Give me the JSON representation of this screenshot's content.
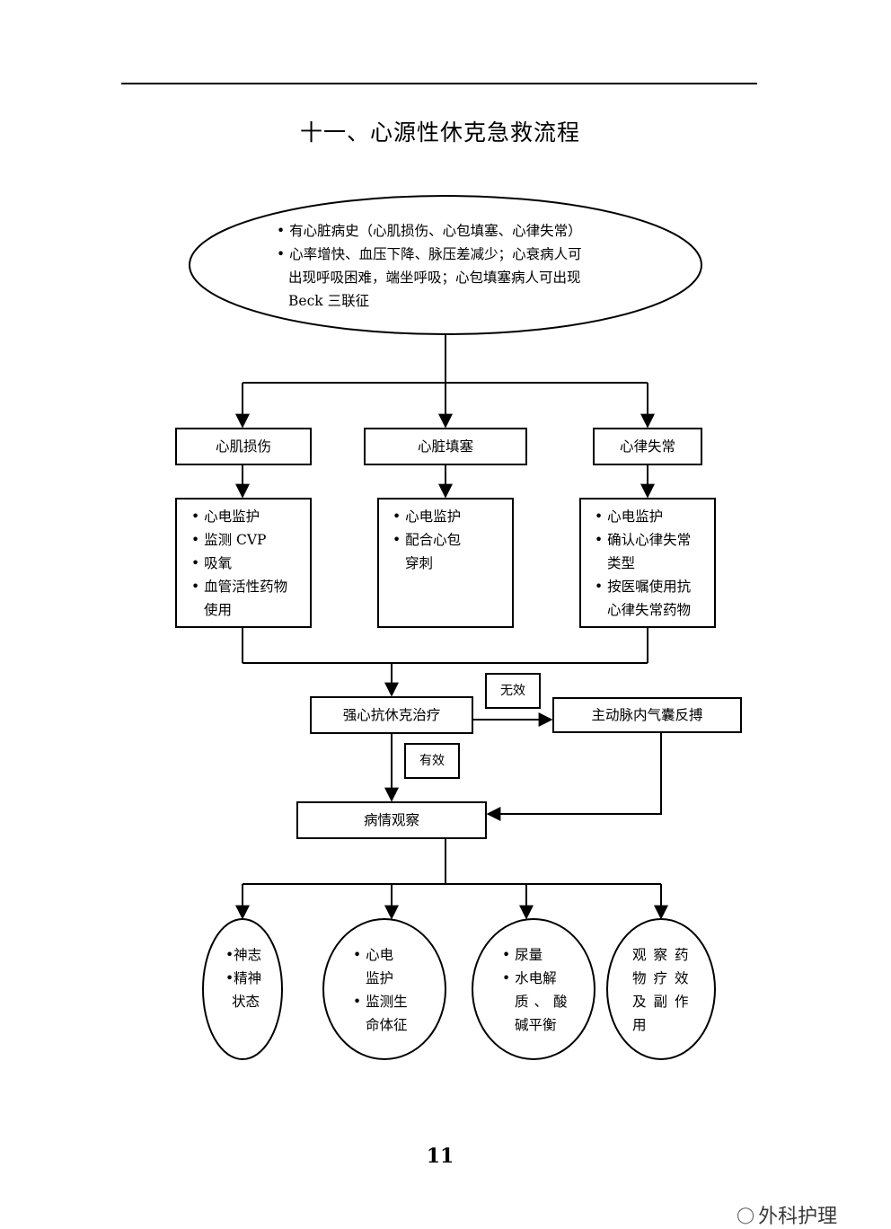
{
  "title": "十一、心源性休克急救流程",
  "page_number": "11",
  "watermark": "外科护理",
  "start": {
    "items": [
      "有心脏病史（心肌损伤、心包填塞、心律失常）",
      "心率增快、血压下降、脉压差减少；心衰病人可",
      "出现呼吸困难，端坐呼吸；心包填塞病人可出现",
      "Beck 三联征"
    ]
  },
  "branches": [
    {
      "label": "心肌损伤",
      "actions": [
        "心电监护",
        "监测 CVP",
        "吸氧",
        "血管活性药物",
        "使用"
      ]
    },
    {
      "label": "心脏填塞",
      "actions": [
        "心电监护",
        "配合心包",
        "穿刺"
      ]
    },
    {
      "label": "心律失常",
      "actions": [
        "心电监护",
        "确认心律失常",
        "类型",
        "按医嘱使用抗",
        "心律失常药物"
      ]
    }
  ],
  "treatment": "强心抗休克治疗",
  "invalid_label": "无效",
  "valid_label": "有效",
  "iabp": "主动脉内气囊反搏",
  "observe": "病情观察",
  "outcomes": [
    {
      "lines": [
        "神志",
        "精神",
        "状态"
      ]
    },
    {
      "lines": [
        "心电",
        "监护",
        "监测生",
        "命体征"
      ]
    },
    {
      "lines": [
        "尿量",
        "水电解",
        "质、酸",
        "碱平衡"
      ]
    },
    {
      "lines": [
        "观察药",
        "物疗效",
        "及副作",
        "用"
      ]
    }
  ]
}
